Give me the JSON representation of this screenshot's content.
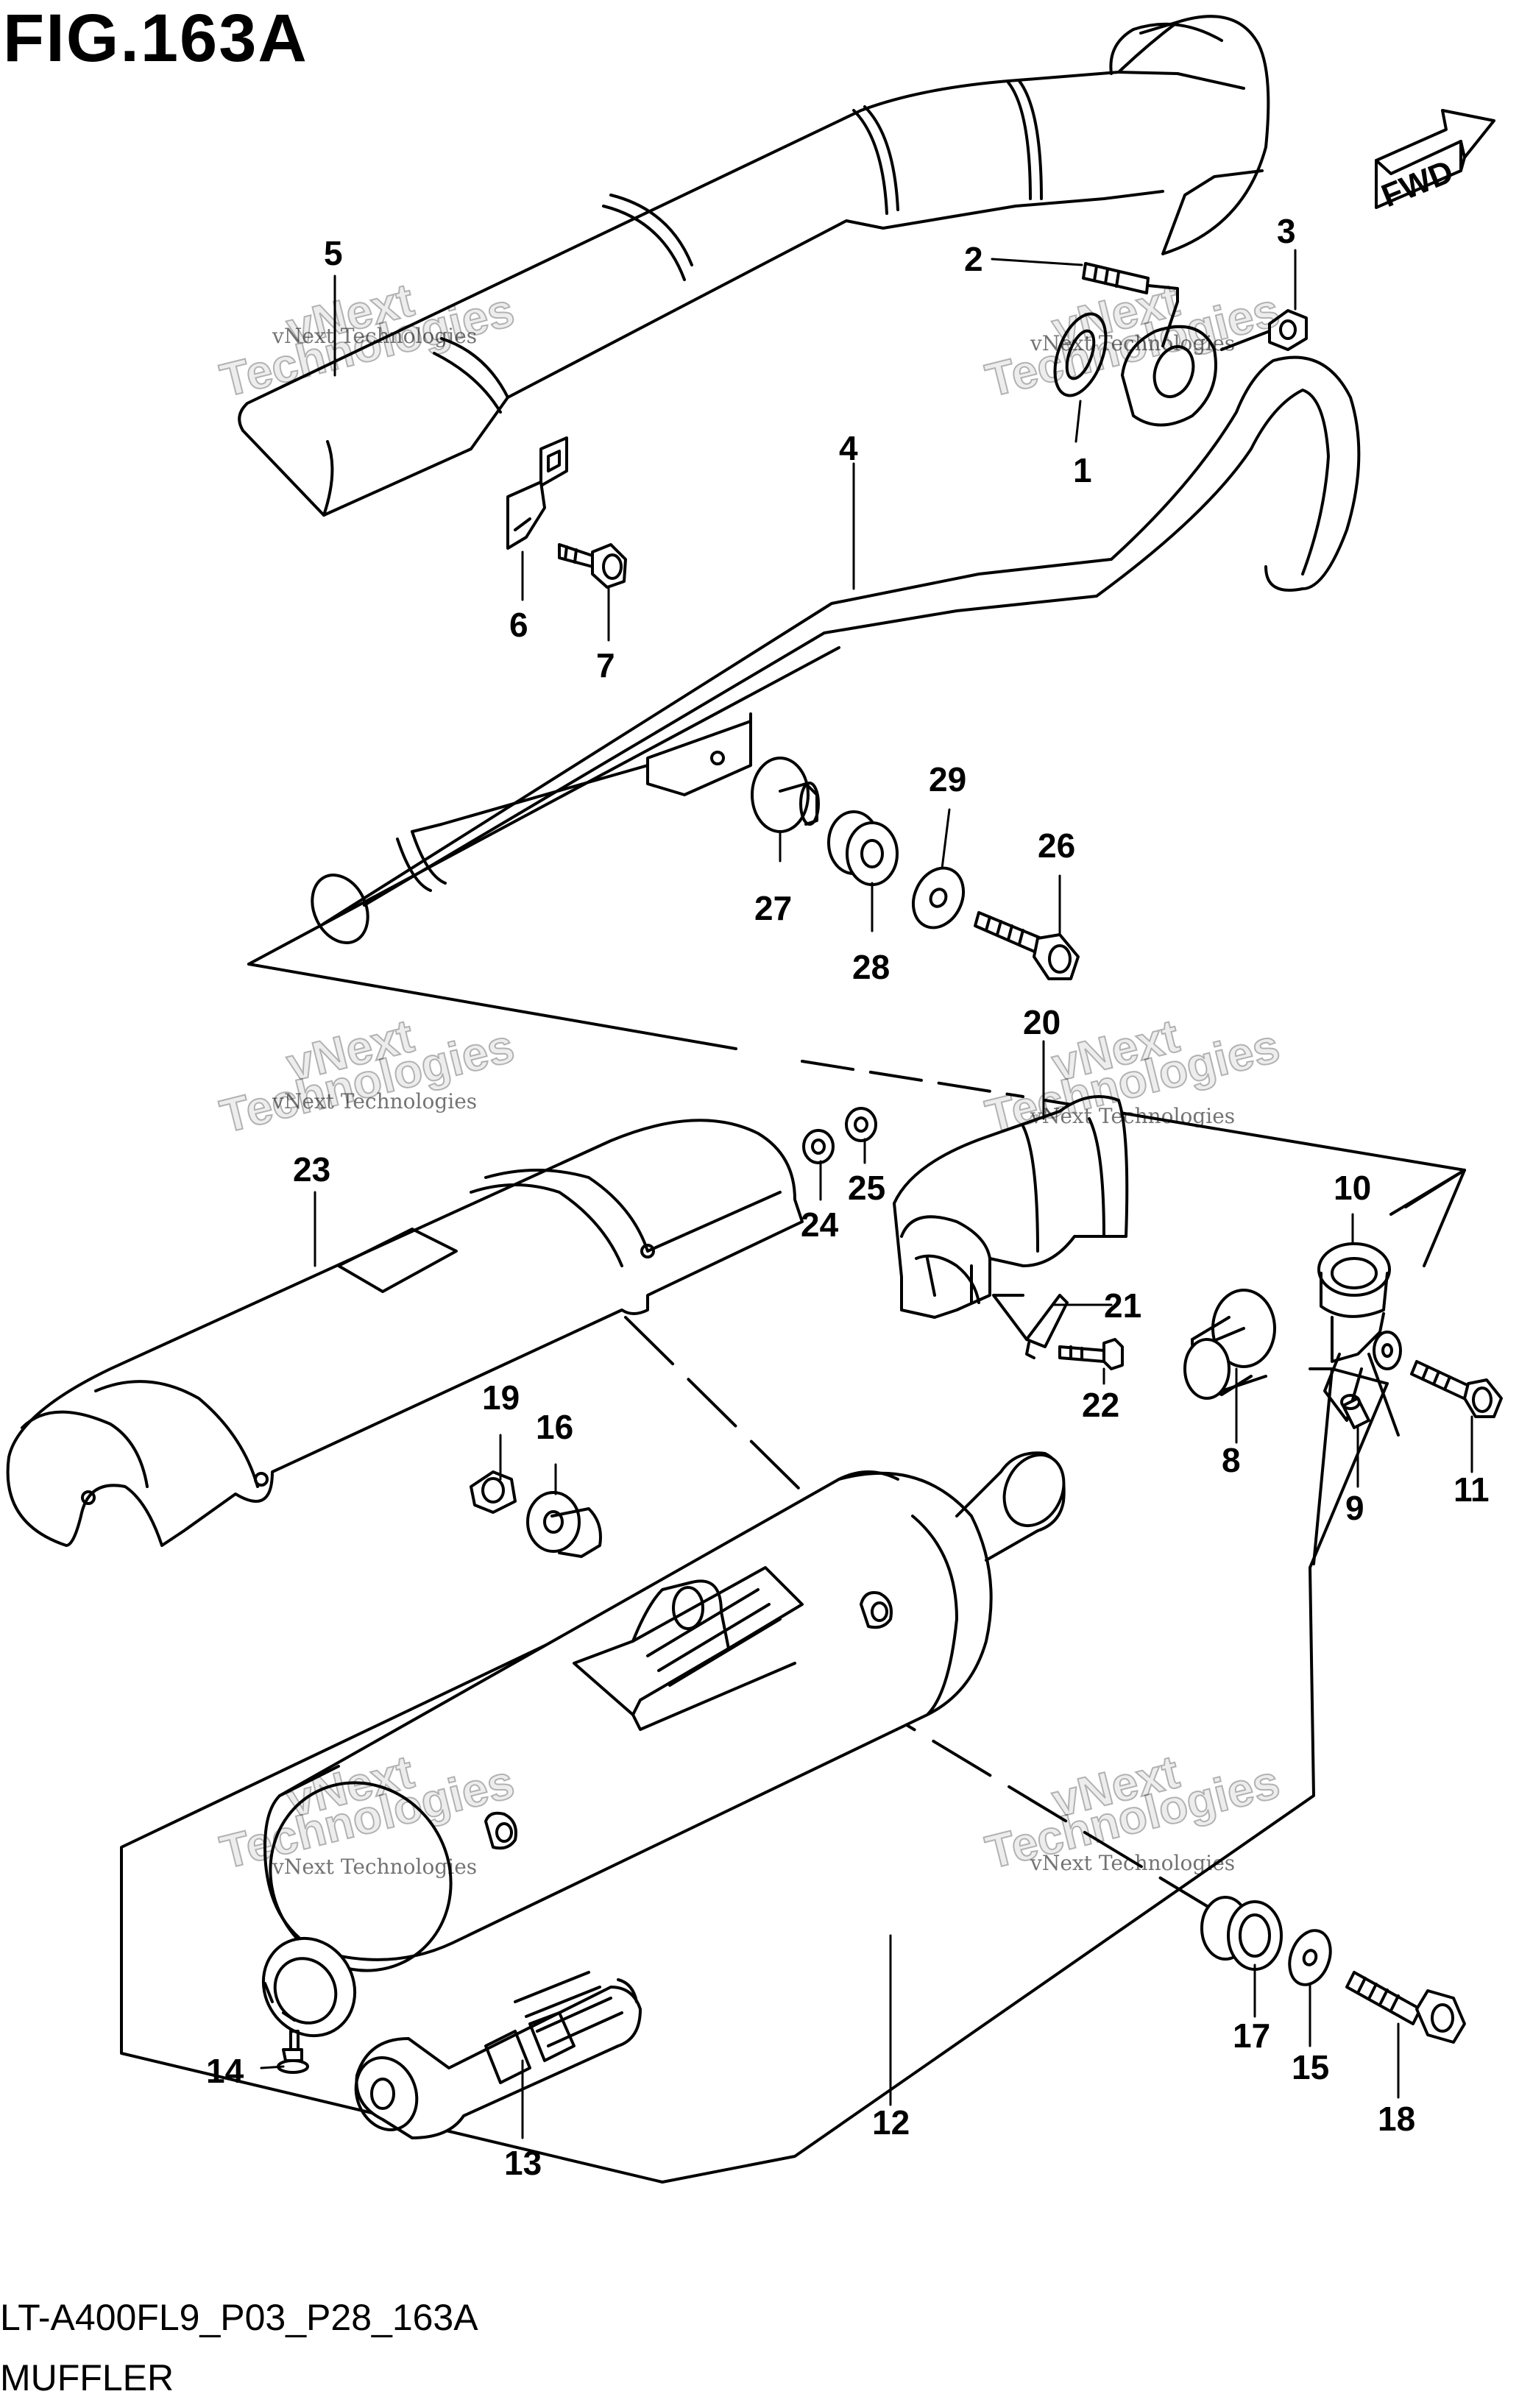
{
  "figure": {
    "title": "FIG.163A"
  },
  "footer": {
    "code": "LT-A400FL9_P03_P28_163A",
    "name": "MUFFLER"
  },
  "fwd_label": "FWD",
  "watermark": {
    "line1": "vNext Technologies",
    "line2": "vNext",
    "line3": "Technologies"
  },
  "callouts": [
    {
      "id": "1",
      "text": "1"
    },
    {
      "id": "2",
      "text": "2"
    },
    {
      "id": "3",
      "text": "3"
    },
    {
      "id": "4",
      "text": "4"
    },
    {
      "id": "5",
      "text": "5"
    },
    {
      "id": "6",
      "text": "6"
    },
    {
      "id": "7",
      "text": "7"
    },
    {
      "id": "8",
      "text": "8"
    },
    {
      "id": "9",
      "text": "9"
    },
    {
      "id": "10",
      "text": "10"
    },
    {
      "id": "11",
      "text": "11"
    },
    {
      "id": "12",
      "text": "12"
    },
    {
      "id": "13",
      "text": "13"
    },
    {
      "id": "14",
      "text": "14"
    },
    {
      "id": "15",
      "text": "15"
    },
    {
      "id": "16",
      "text": "16"
    },
    {
      "id": "17",
      "text": "17"
    },
    {
      "id": "18",
      "text": "18"
    },
    {
      "id": "19",
      "text": "19"
    },
    {
      "id": "20",
      "text": "20"
    },
    {
      "id": "21",
      "text": "21"
    },
    {
      "id": "22",
      "text": "22"
    },
    {
      "id": "23",
      "text": "23"
    },
    {
      "id": "24",
      "text": "24"
    },
    {
      "id": "25",
      "text": "25"
    },
    {
      "id": "26",
      "text": "26"
    },
    {
      "id": "27",
      "text": "27"
    },
    {
      "id": "28",
      "text": "28"
    },
    {
      "id": "29",
      "text": "29"
    }
  ]
}
